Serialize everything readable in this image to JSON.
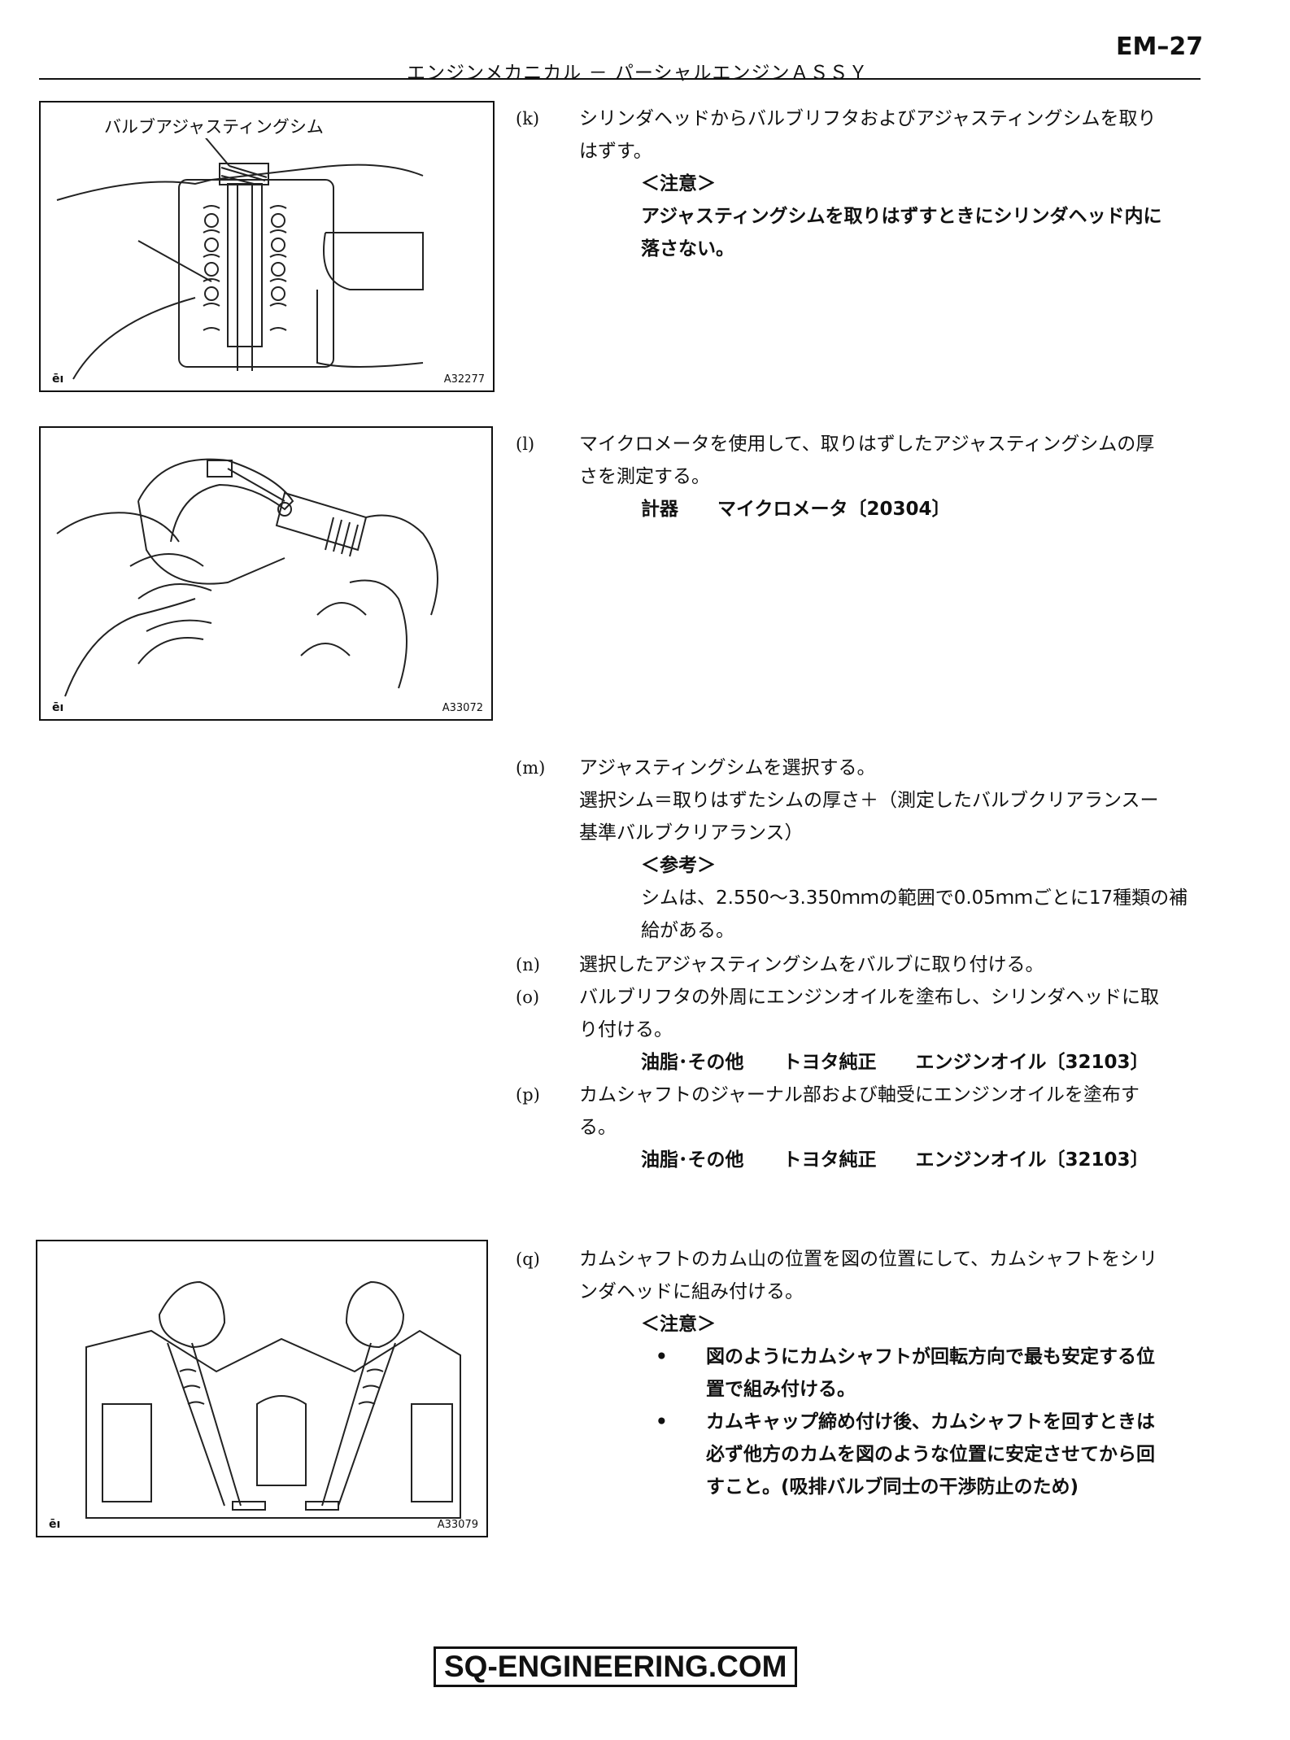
{
  "header": {
    "page_number": "EM–27",
    "section_title": "エンジンメカニカル － パーシャルエンジンＡＳＳＹ"
  },
  "figures": [
    {
      "id": "A32277",
      "label": "バルブアジャスティングシム",
      "mark": "ēı"
    },
    {
      "id": "A33072",
      "mark": "ēı"
    },
    {
      "id": "A33079",
      "mark": "ēı"
    }
  ],
  "steps": {
    "k": {
      "label": "(k)",
      "lines": [
        "シリンダヘッドからバルブリフタおよびアジャスティングシムを取り",
        "はずす。"
      ],
      "note_heading": "＜注意＞",
      "note_lines": [
        "アジャスティングシムを取りはずすときにシリンダヘッド内に",
        "落さない。"
      ]
    },
    "l": {
      "label": "(l)",
      "lines": [
        "マイクロメータを使用して、取りはずしたアジャスティングシムの厚",
        "さを測定する。"
      ],
      "spec_term": "計器",
      "spec_value": "マイクロメータ〔20304〕"
    },
    "m": {
      "label": "(m)",
      "lines": [
        "アジャスティングシムを選択する。",
        "選択シム＝取りはずたシムの厚さ＋（測定したバルブクリアランスー",
        "基準バルブクリアランス）"
      ],
      "note_heading": "＜参考＞",
      "note_lines": [
        "シムは、2.550～3.350ｍｍの範囲で0.05ｍｍごとに17種類の補",
        "給がある。"
      ]
    },
    "n": {
      "label": "(n)",
      "lines": [
        "選択したアジャスティングシムをバルブに取り付ける。"
      ]
    },
    "o": {
      "label": "(o)",
      "lines": [
        "バルブリフタの外周にエンジンオイルを塗布し、シリンダヘッドに取",
        "り付ける。"
      ],
      "spec_term": "油脂･その他",
      "spec_maker": "トヨタ純正",
      "spec_value": "エンジンオイル〔32103〕"
    },
    "p": {
      "label": "(p)",
      "lines": [
        "カムシャフトのジャーナル部および軸受にエンジンオイルを塗布す",
        "る。"
      ],
      "spec_term": "油脂･その他",
      "spec_maker": "トヨタ純正",
      "spec_value": "エンジンオイル〔32103〕"
    },
    "q": {
      "label": "(q)",
      "lines": [
        "カムシャフトのカム山の位置を図の位置にして、カムシャフトをシリ",
        "ンダヘッドに組み付ける。"
      ],
      "note_heading": "＜注意＞",
      "bullets": [
        [
          "図のようにカムシャフトが回転方向で最も安定する位",
          "置で組み付ける。"
        ],
        [
          "カムキャップ締め付け後、カムシャフトを回すときは",
          "必ず他方のカムを図のような位置に安定させてから回",
          "すこと。(吸排バルブ同士の干渉防止のため)"
        ]
      ]
    }
  },
  "footer": {
    "watermark": "SQ-ENGINEERING.COM"
  }
}
